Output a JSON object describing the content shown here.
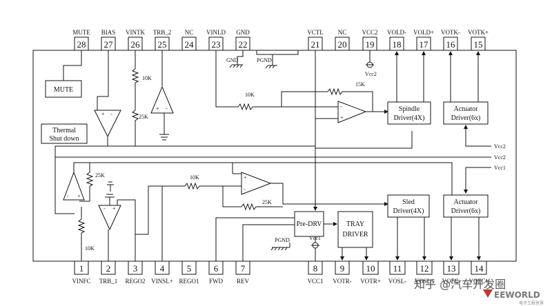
{
  "top_pins": [
    {
      "num": "28",
      "name": "MUTE"
    },
    {
      "num": "27",
      "name": "BIAS"
    },
    {
      "num": "26",
      "name": "VINTK"
    },
    {
      "num": "25",
      "name": "TRB_2"
    },
    {
      "num": "24",
      "name": "NC"
    },
    {
      "num": "23",
      "name": "VINLD"
    },
    {
      "num": "22",
      "name": "GND"
    },
    {
      "num": "21",
      "name": "VCTL"
    },
    {
      "num": "20",
      "name": "NC"
    },
    {
      "num": "19",
      "name": "VCC2"
    },
    {
      "num": "18",
      "name": "VOLD-"
    },
    {
      "num": "17",
      "name": "VOLD+"
    },
    {
      "num": "16",
      "name": "VOTK-"
    },
    {
      "num": "15",
      "name": "VOTK+"
    }
  ],
  "bottom_pins": [
    {
      "num": "1",
      "name": "VINFC"
    },
    {
      "num": "2",
      "name": "TRB_1"
    },
    {
      "num": "3",
      "name": "REGO2"
    },
    {
      "num": "4",
      "name": "VINSL+"
    },
    {
      "num": "5",
      "name": "REGO1"
    },
    {
      "num": "6",
      "name": "FWD"
    },
    {
      "num": "7",
      "name": "REV"
    },
    {
      "num": "8",
      "name": "VCC1"
    },
    {
      "num": "9",
      "name": "VOTR-"
    },
    {
      "num": "10",
      "name": "VOTR+"
    },
    {
      "num": "11",
      "name": "VOSL-"
    },
    {
      "num": "12",
      "name": "VOSL+"
    },
    {
      "num": "13",
      "name": "VOFC-"
    },
    {
      "num": "14",
      "name": "VOFC+"
    }
  ],
  "blocks": {
    "mute": "MUTE",
    "thermal_line1": "Thermal",
    "thermal_line2": "Shut down",
    "spindle_line1": "Spindle",
    "spindle_line2": "Driver(4X)",
    "actuator_top_line1": "Actuator",
    "actuator_top_line2": "Driver(6x)",
    "sled_line1": "Sled",
    "sled_line2": "Driver(4X)",
    "actuator_bottom_line1": "Actuator",
    "actuator_bottom_line2": "Driver(6x)",
    "predrv": "Pre-DRV",
    "tray_line1": "TRAY",
    "tray_line2": "DRIVER"
  },
  "labels": {
    "gnd": "GND",
    "pgnd_top": "PGND",
    "pgnd_bottom": "PGND",
    "vcc2_sym": "Vcc2",
    "vcc1_sym": "Vcc1",
    "res_10k_a": "10K",
    "res_25k_a": "25K",
    "res_10k_b": "10K",
    "res_15k": "15K",
    "res_25k_b": "25K",
    "res_10k_c": "10K",
    "res_25k_c": "25K",
    "res_10k_d": "10K",
    "rail_vcc2": "Vcc2",
    "rail_vcc2b": "Vcc2",
    "rail_vcc1": "Vcc1"
  },
  "watermark": {
    "zhihu": "知乎 @汽车开发圈",
    "brand": "EEWORLD",
    "brand_sub": "电子工程世界"
  }
}
